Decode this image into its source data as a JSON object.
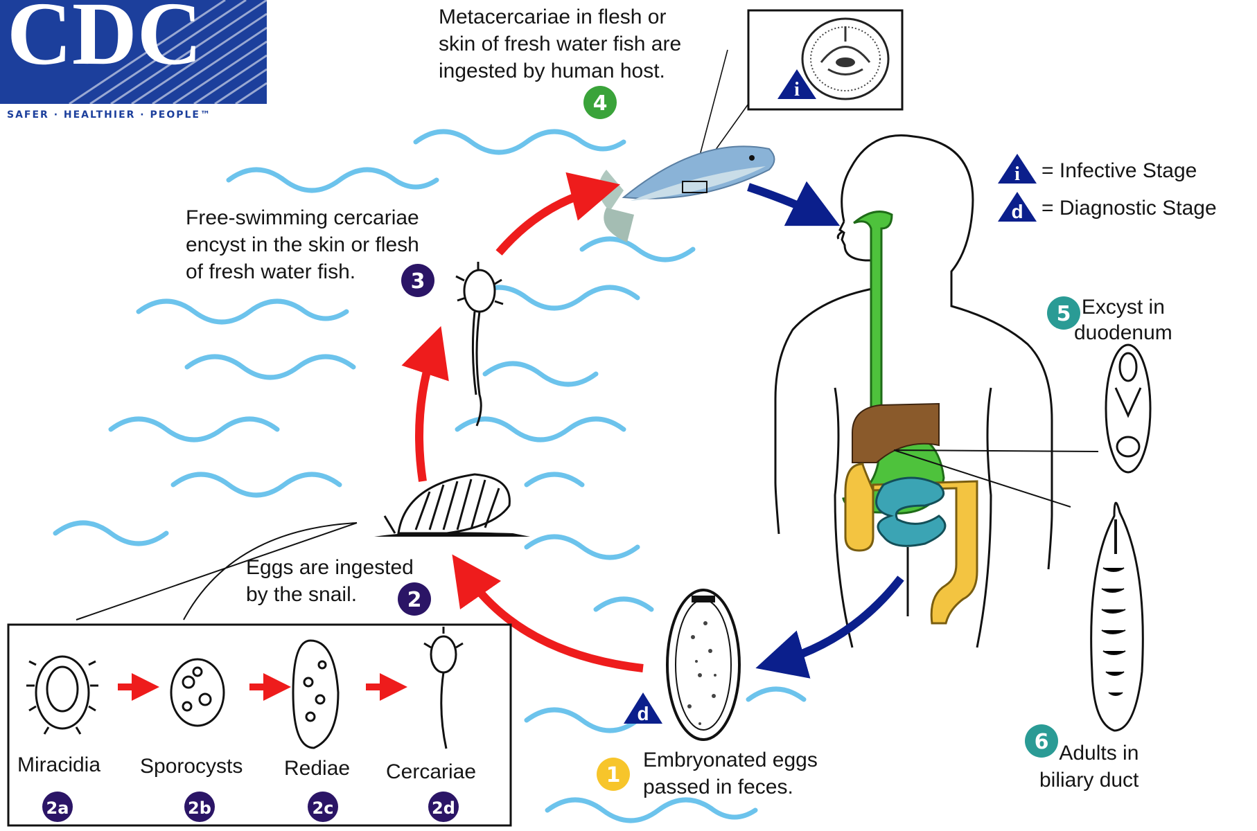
{
  "logo": {
    "text": "CDC",
    "tagline": "SAFER · HEALTHIER · PEOPLE™"
  },
  "legend": {
    "infective_symbol": "i",
    "infective_label": "= Infective Stage",
    "diagnostic_symbol": "d",
    "diagnostic_label": "= Diagnostic Stage"
  },
  "steps": {
    "step1": {
      "badge": "1",
      "text": "Embryonated eggs\npassed in feces."
    },
    "step2": {
      "badge": "2",
      "text": "Eggs are ingested\nby the snail."
    },
    "step3": {
      "badge": "3",
      "text": "Free-swimming cercariae\nencyst in the skin or flesh\nof fresh water fish."
    },
    "step4": {
      "badge": "4",
      "text": "Metacercariae in flesh or\nskin of fresh water fish are\ningested by human host."
    },
    "step5": {
      "badge": "5",
      "text": "Excyst in\nduodenum"
    },
    "step6": {
      "badge": "6",
      "text": "Adults in\nbiliary duct"
    }
  },
  "substages": [
    {
      "label": "Miracidia",
      "badge": "2a"
    },
    {
      "label": "Sporocysts",
      "badge": "2b"
    },
    {
      "label": "Rediae",
      "badge": "2c"
    },
    {
      "label": "Cercariae",
      "badge": "2d"
    }
  ],
  "colors": {
    "water": "#6cc3ec",
    "red_arrow": "#ee1c1c",
    "blue_arrow": "#0b1f8c",
    "badge_purple": "#2b1566",
    "badge_green": "#3aa33a",
    "badge_yellow": "#f7c52b",
    "badge_teal": "#2a9b95",
    "logo_blue": "#1c3f9c",
    "gut_green": "#4ec23c",
    "liver_brown": "#8a5a2b",
    "colon_yellow": "#f3c441",
    "intestine_teal": "#3ba4b4"
  }
}
